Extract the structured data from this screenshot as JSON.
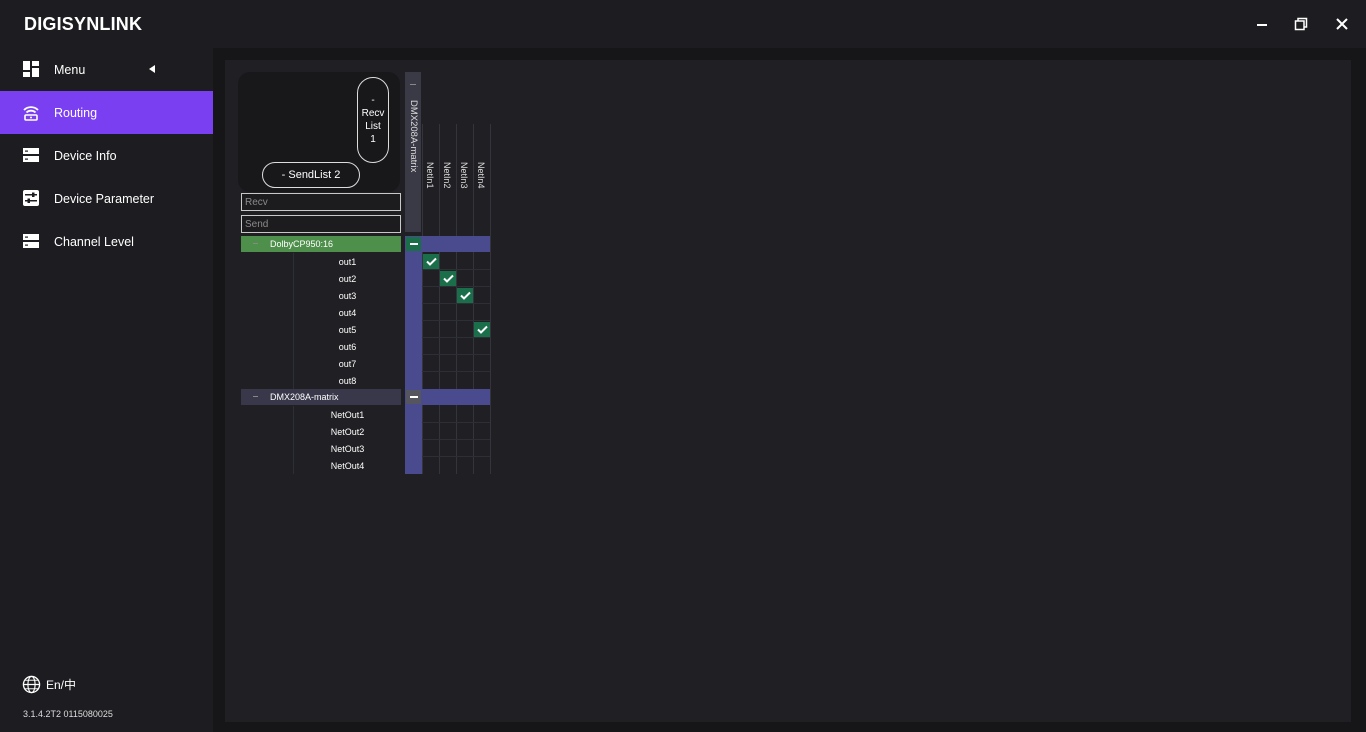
{
  "app": {
    "title": "DIGISYNLINK"
  },
  "window": {
    "minimize_icon": "minimize-icon",
    "restore_icon": "restore-icon",
    "close_icon": "close-icon"
  },
  "sidebar": {
    "items": [
      {
        "label": "Menu",
        "icon": "dashboard-icon",
        "active": false
      },
      {
        "label": "Routing",
        "icon": "wifi-signal-icon",
        "active": true
      },
      {
        "label": "Device Info",
        "icon": "server-icon",
        "active": false
      },
      {
        "label": "Device Parameter",
        "icon": "sliders-icon",
        "active": false
      },
      {
        "label": "Channel Level",
        "icon": "server-icon",
        "active": false
      }
    ],
    "language": "En/中",
    "version": "3.1.4.2T2  0115080025"
  },
  "routing": {
    "recv_list_button": "-\nRecv\nList\n1",
    "send_list_button": "- SendList 2",
    "recv_placeholder": "Recv",
    "send_placeholder": "Send",
    "recv_device": {
      "name": "DMX208A-matrix",
      "channels": [
        "NetIn1",
        "NetIn2",
        "NetIn3",
        "NetIn4"
      ]
    },
    "send_groups": [
      {
        "name": "DolbyCP950:16",
        "highlight_color": "#4f8f4c",
        "channels": [
          "out1",
          "out2",
          "out3",
          "out4",
          "out5",
          "out6",
          "out7",
          "out8"
        ]
      },
      {
        "name": "DMX208A-matrix",
        "highlight_color": "#38384a",
        "channels": [
          "NetOut1",
          "NetOut2",
          "NetOut3",
          "NetOut4"
        ]
      }
    ],
    "connections": [
      {
        "send": "out1",
        "recv": "NetIn1"
      },
      {
        "send": "out2",
        "recv": "NetIn2"
      },
      {
        "send": "out3",
        "recv": "NetIn3"
      },
      {
        "send": "out5",
        "recv": "NetIn4"
      }
    ],
    "colors": {
      "accent": "#7b3ff2",
      "matrix_band": "#4a4b8e",
      "check": "#1a6f4a"
    }
  }
}
